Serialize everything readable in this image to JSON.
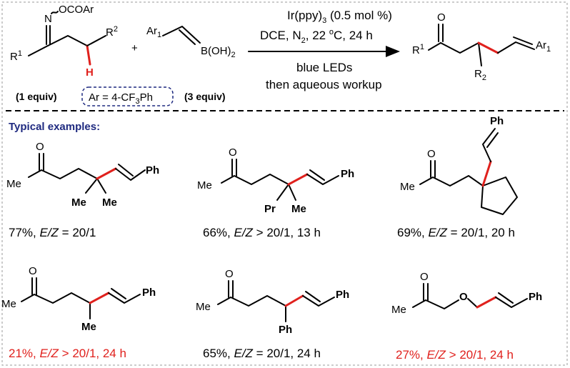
{
  "reaction": {
    "substrate": {
      "top_label": "OCOAr",
      "n_label": "N",
      "r1_label": "R1",
      "r2_label": "R2",
      "h_label": "H",
      "equiv_label": "(1 equiv)"
    },
    "plus": "+",
    "reagent": {
      "ar1_label": "Ar1",
      "boron_label": "B(OH)2",
      "equiv_label": "(3 equiv)"
    },
    "ar_definition": "Ar = 4-CF3Ph",
    "conditions": {
      "line1": "Ir(ppy)3 (0.5 mol %)",
      "line2": "DCE, N2, 22 oC, 24 h",
      "line3": "blue LEDs",
      "line4": "then aqueous workup"
    },
    "product": {
      "o_label": "O",
      "r1_label": "R1",
      "r2_label": "R2",
      "ar1_label": "Ar1"
    }
  },
  "section_header": "Typical examples:",
  "examples": [
    {
      "substituents": [
        "O",
        "Me",
        "Me",
        "Me",
        "Ph"
      ],
      "yield": "77%,",
      "ez_label": "E/Z",
      "ez_value": "= 20/1",
      "time": "",
      "highlight": false
    },
    {
      "substituents": [
        "O",
        "Me",
        "Pr",
        "Me",
        "Ph"
      ],
      "yield": "66%,",
      "ez_label": "E/Z",
      "ez_value": "> 20/1, 13 h",
      "time": "",
      "highlight": false
    },
    {
      "substituents": [
        "O",
        "Me",
        "Ph"
      ],
      "yield": "69%,",
      "ez_label": "E/Z",
      "ez_value": "= 20/1, 20 h",
      "time": "",
      "highlight": false
    },
    {
      "substituents": [
        "O",
        "Me",
        "Me",
        "Ph"
      ],
      "yield": "21%,",
      "ez_label": "E/Z",
      "ez_value": "> 20/1, 24 h",
      "time": "",
      "highlight": true
    },
    {
      "substituents": [
        "O",
        "Me",
        "Ph",
        "Ph"
      ],
      "yield": "65%,",
      "ez_label": "E/Z",
      "ez_value": "= 20/1, 24 h",
      "time": "",
      "highlight": false
    },
    {
      "substituents": [
        "O",
        "Me",
        "O",
        "Ph"
      ],
      "yield": "27%,",
      "ez_label": "E/Z",
      "ez_value": "> 20/1, 24 h",
      "time": "",
      "highlight": true
    }
  ],
  "colors": {
    "bond_highlight": "#e0211d",
    "header": "#1f2a80",
    "frame_dash": "#888888",
    "ar_box": "#1f2a80"
  }
}
